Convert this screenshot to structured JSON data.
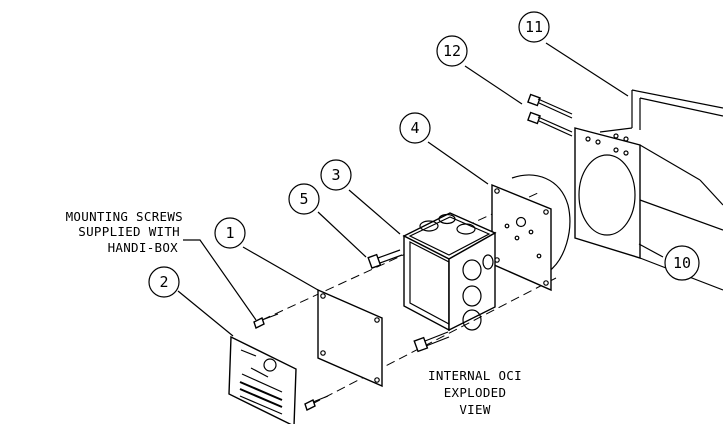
{
  "callouts": [
    {
      "id": "c1",
      "number": "1"
    },
    {
      "id": "c2",
      "number": "2"
    },
    {
      "id": "c3",
      "number": "3"
    },
    {
      "id": "c4",
      "number": "4"
    },
    {
      "id": "c5",
      "number": "5"
    },
    {
      "id": "c10",
      "number": "10"
    },
    {
      "id": "c11",
      "number": "11"
    },
    {
      "id": "c12",
      "number": "12"
    }
  ],
  "labels": {
    "mounting_screws": [
      "MOUNTING SCREWS",
      "SUPPLIED WITH",
      "HANDI-BOX"
    ],
    "view_title": [
      "INTERNAL OCI",
      "EXPLODED",
      "VIEW"
    ]
  }
}
